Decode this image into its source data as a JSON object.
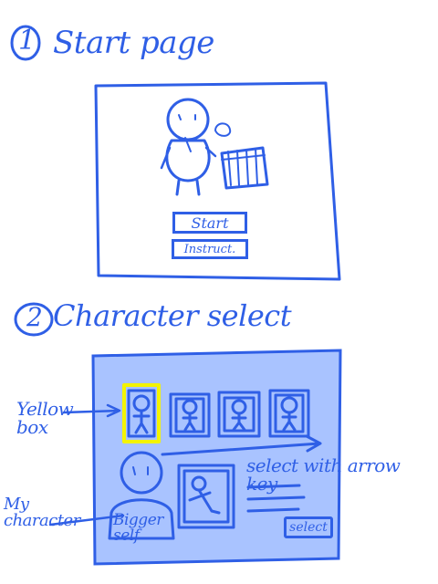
{
  "section1": {
    "number": "1",
    "title": "Start page",
    "buttons": {
      "start": "Start",
      "instructions": "Instruct."
    }
  },
  "section2": {
    "number": "2",
    "title": "Character select",
    "notes": {
      "yellow_box": "Yellow box",
      "select_hint": "select with arrow key",
      "my_character": "My character",
      "bigger_self": "Bigger self"
    },
    "buttons": {
      "select": "select"
    }
  },
  "colors": {
    "ink": "#2f5fe6",
    "fill": "#a9c3ff",
    "highlight": "#f3f300"
  }
}
